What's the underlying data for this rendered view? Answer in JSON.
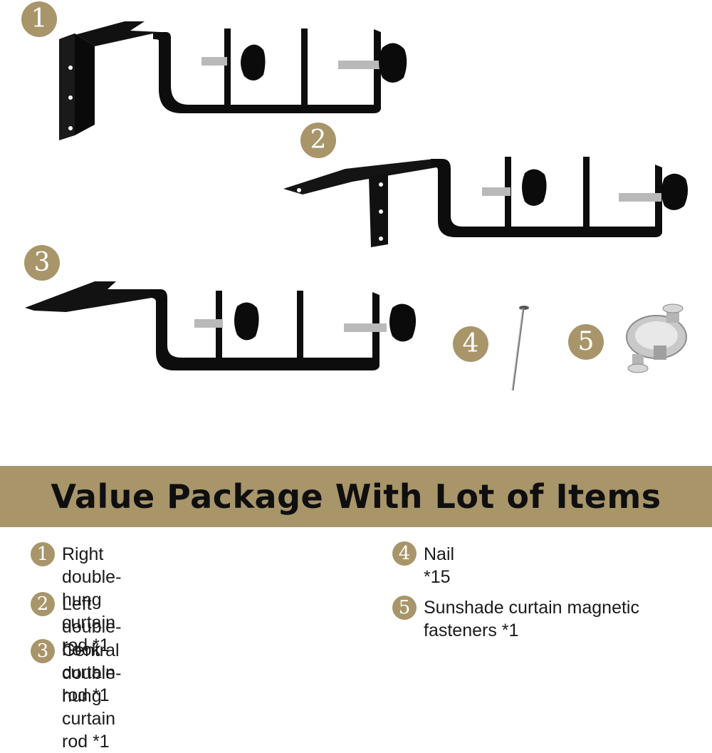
{
  "badges": [
    "1",
    "2",
    "3",
    "4",
    "5"
  ],
  "banner": {
    "title": "Value Package With Lot of Items"
  },
  "items": [
    {
      "num": "1",
      "text": "Right double-hung curtain rod *1"
    },
    {
      "num": "2",
      "text": "Left double-hook curtain rod *1"
    },
    {
      "num": "3",
      "text": "Central double-hung curtain rod *1"
    },
    {
      "num": "4",
      "text": "Nail *15"
    },
    {
      "num": "5",
      "text": "Sunshade curtain magnetic fasteners *1"
    }
  ],
  "colors": {
    "badge": "#a8956a",
    "banner": "#a8956a",
    "metal": "#0d0d0d",
    "text": "#1a1a1a"
  }
}
